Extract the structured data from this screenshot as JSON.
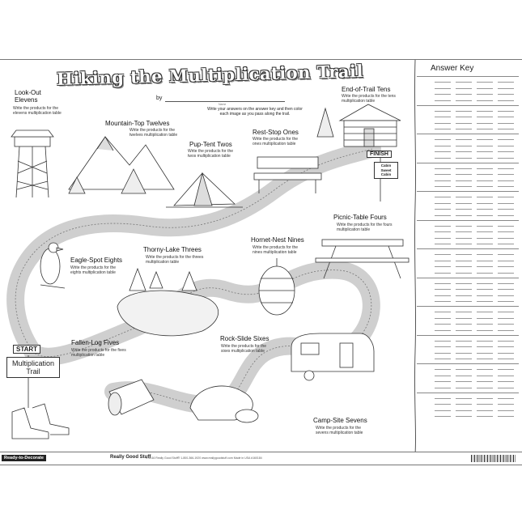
{
  "title": "Hiking the Multiplication Trail",
  "by_label": "by",
  "name_caption": "Name",
  "instructions": "Write your answers on the answer key and then color each image as you pass along the trail.",
  "start_sign": "START",
  "start_board": "Multiplication Trail",
  "finish_sign": "FINISH",
  "cabin_sign": "Cabin Sweet Cabin",
  "locations": [
    {
      "title": "Look-Out Elevens",
      "desc": "Write the products for the elevens multiplication table"
    },
    {
      "title": "Mountain-Top Twelves",
      "desc": "Write the products for the twelves multiplication table"
    },
    {
      "title": "Pup-Tent Twos",
      "desc": "Write the products for the twos multiplication table"
    },
    {
      "title": "Rest-Stop Ones",
      "desc": "Write the products for the ones multiplication table"
    },
    {
      "title": "End-of-Trail Tens",
      "desc": "Write the products for the tens multiplication table"
    },
    {
      "title": "Picnic-Table Fours",
      "desc": "Write the products for the fours multiplication table"
    },
    {
      "title": "Eagle-Spot Eights",
      "desc": "Write the products for the eights multiplication table"
    },
    {
      "title": "Thorny-Lake Threes",
      "desc": "Write the products for the threes multiplication table"
    },
    {
      "title": "Hornet-Nest Nines",
      "desc": "Write the products for the nines multiplication table"
    },
    {
      "title": "Fallen-Log Fives",
      "desc": "Write the products for the fives multiplication table"
    },
    {
      "title": "Rock-Slide Sixes",
      "desc": "Write the products for the sixes multiplication table"
    },
    {
      "title": "Camp-Site Sevens",
      "desc": "Write the products for the sevens multiplication table"
    }
  ],
  "answer_key": {
    "title": "Answer Key",
    "rows": 12
  },
  "footer": {
    "ready_to_decorate": "Ready-to-Decorate",
    "brand": "Really Good Stuff",
    "copyright": "© 2016 Really Good Stuff®  1-800-366-1920  www.reallygoodstuff.com  Made in USA  #160184"
  }
}
